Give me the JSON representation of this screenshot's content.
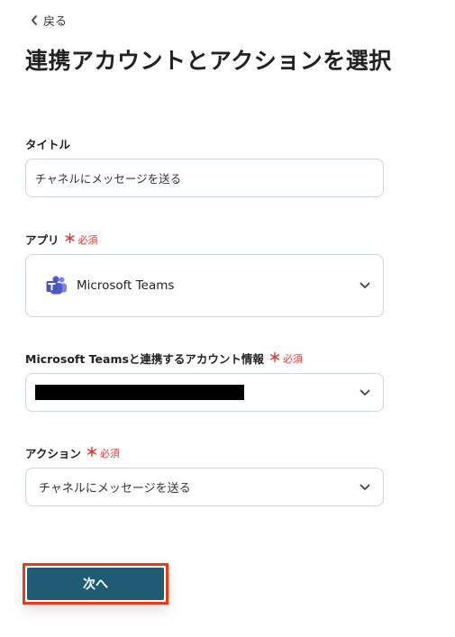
{
  "back_label": "戻る",
  "page_title": "連携アカウントとアクションを選択",
  "required_label": "必須",
  "required_mark": "＊",
  "fields": {
    "title": {
      "label": "タイトル",
      "value": "チャネルにメッセージを送る"
    },
    "app": {
      "label": "アプリ",
      "value": "Microsoft Teams",
      "icon": "microsoft-teams-icon"
    },
    "account": {
      "label": "Microsoft Teamsと連携するアカウント情報"
    },
    "action": {
      "label": "アクション",
      "value": "チャネルにメッセージを送る"
    }
  },
  "next_label": "次へ",
  "colors": {
    "primary": "#1f5c73",
    "highlight": "#ea3b14",
    "required": "#e53935",
    "teams": "#5059c9"
  }
}
